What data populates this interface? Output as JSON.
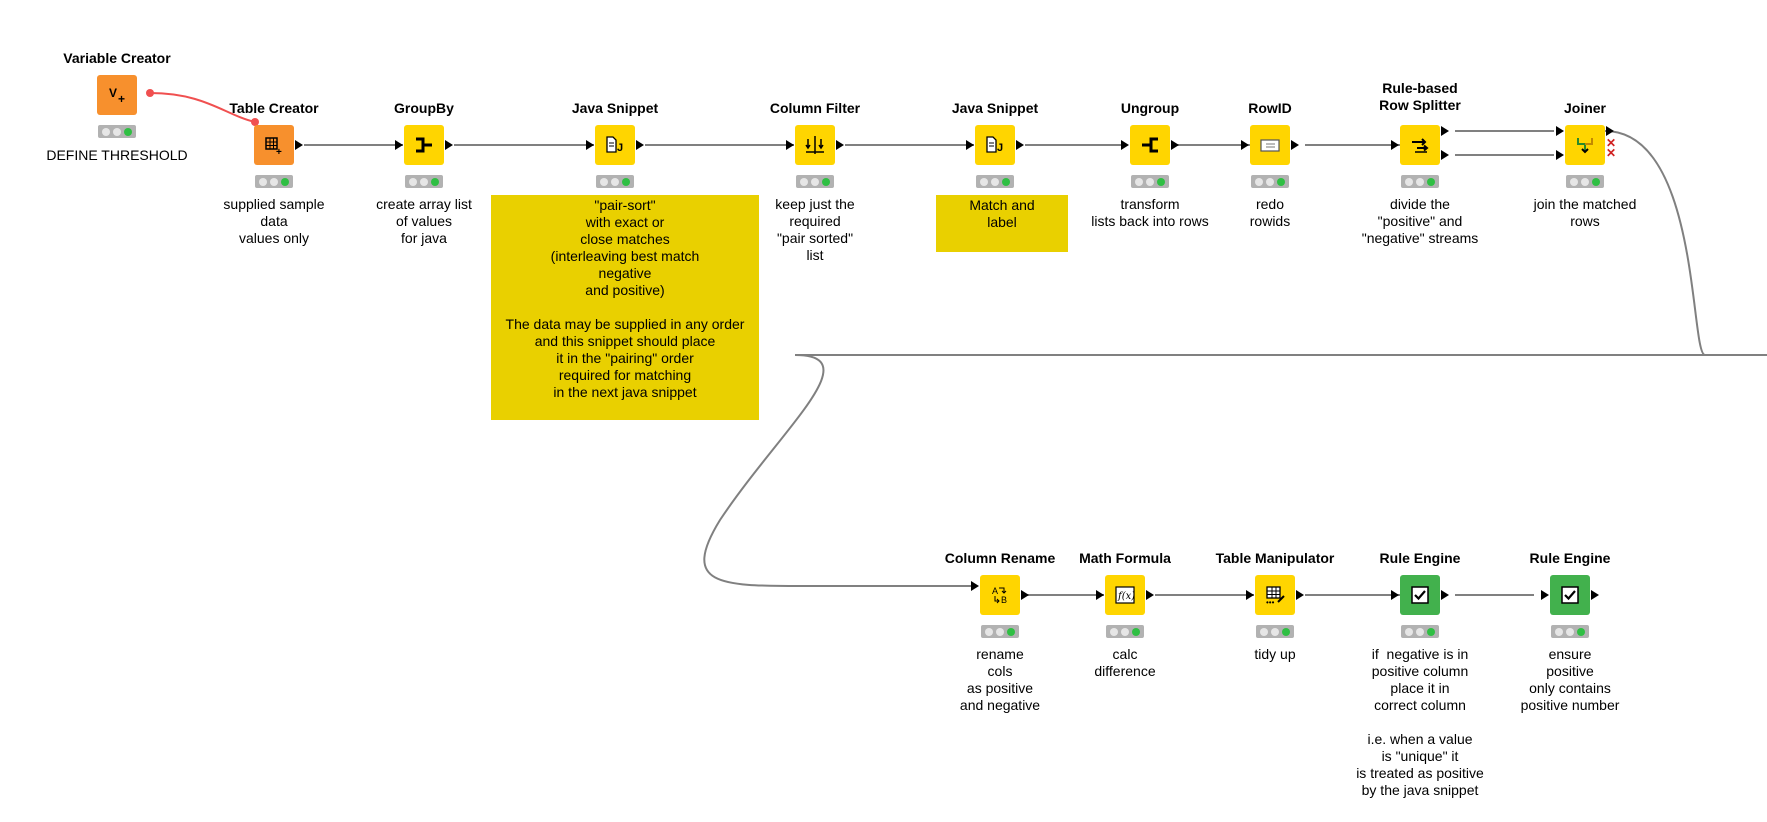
{
  "colors": {
    "node_yellow": "#ffd500",
    "node_orange": "#f7902d",
    "node_green": "#42b14d",
    "annotation": "#e9d000",
    "flow_var_line": "#f05050",
    "connection": "#808080"
  },
  "nodes": {
    "variable_creator": {
      "title": "Variable Creator",
      "description": "DEFINE THRESHOLD",
      "icon": "variable-plus-icon"
    },
    "table_creator": {
      "title": "Table Creator",
      "description": "supplied sample\ndata\nvalues only",
      "icon": "table-plus-icon"
    },
    "groupby": {
      "title": "GroupBy",
      "description": "create array list\nof values\nfor java",
      "icon": "group-icon"
    },
    "java_snippet_1": {
      "title": "Java Snippet",
      "description": "",
      "icon": "java-icon"
    },
    "column_filter": {
      "title": "Column Filter",
      "description": "keep just the\nrequired\n\"pair sorted\"\nlist",
      "icon": "filter-icon"
    },
    "java_snippet_2": {
      "title": "Java Snippet",
      "description": "",
      "icon": "java-icon"
    },
    "ungroup": {
      "title": "Ungroup",
      "description": "transform\nlists back into rows",
      "icon": "ungroup-icon"
    },
    "rowid": {
      "title": "RowID",
      "description": "redo\nrowids",
      "icon": "rowid-icon"
    },
    "row_splitter": {
      "title": "Rule-based\nRow Splitter",
      "description": "divide the\n\"positive\" and\n\"negative\" streams",
      "icon": "splitter-icon"
    },
    "joiner": {
      "title": "Joiner",
      "description": "join the matched\nrows",
      "icon": "joiner-icon"
    },
    "column_rename": {
      "title": "Column Rename",
      "description": "rename\ncols\nas positive\nand negative",
      "icon": "rename-icon"
    },
    "math_formula": {
      "title": "Math Formula",
      "description": "calc\ndifference",
      "icon": "formula-icon"
    },
    "table_manipulator": {
      "title": "Table Manipulator",
      "description": "tidy up",
      "icon": "table-edit-icon"
    },
    "rule_engine_1": {
      "title": "Rule Engine",
      "description": "if  negative is in\npositive column\nplace it in\ncorrect column\n\ni.e. when a value\nis \"unique\" it\nis treated as positive\nby the java snippet",
      "icon": "rule-icon"
    },
    "rule_engine_2": {
      "title": "Rule Engine",
      "description": "ensure\npositive\nonly contains\npositive number",
      "icon": "rule-icon"
    }
  },
  "annotations": {
    "pair_sort": "\"pair-sort\"\nwith exact or\nclose matches\n(interleaving best match\nnegative\nand positive)\n\nThe data may be supplied in any order\nand this snippet should place\nit in the \"pairing\" order\nrequired for matching\nin the next java snippet",
    "match_label": "Match and\nlabel"
  }
}
